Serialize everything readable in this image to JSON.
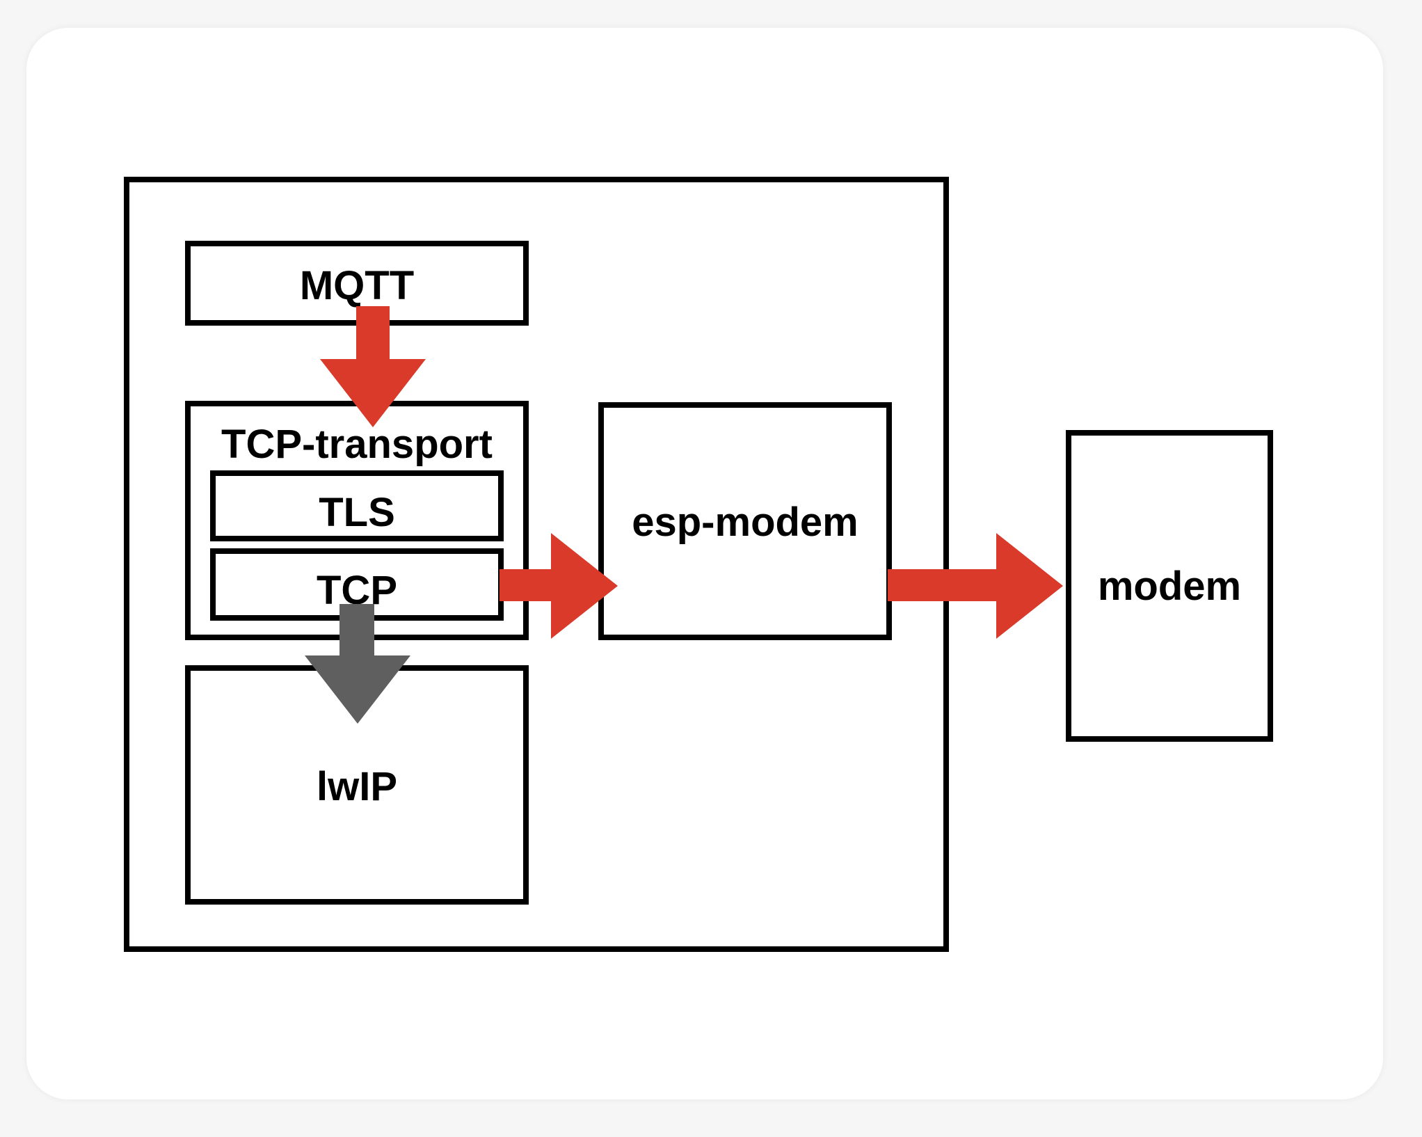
{
  "diagram": {
    "nodes": {
      "mqtt": "MQTT",
      "tcp_transport": "TCP-transport",
      "tls": "TLS",
      "tcp": "TCP",
      "lwip": "lwIP",
      "esp_modem": "esp-modem",
      "modem": "modem"
    },
    "edges": [
      {
        "from": "MQTT",
        "to": "TCP-transport",
        "color": "#d93a29"
      },
      {
        "from": "TCP",
        "to": "esp-modem",
        "color": "#d93a29"
      },
      {
        "from": "esp-modem",
        "to": "modem",
        "color": "#d93a29"
      },
      {
        "from": "TCP",
        "to": "lwIP",
        "color": "#5f5f5f"
      }
    ]
  },
  "colors": {
    "primary_arrow": "#d93a29",
    "secondary_arrow": "#5f5f5f",
    "outline": "#000000"
  }
}
